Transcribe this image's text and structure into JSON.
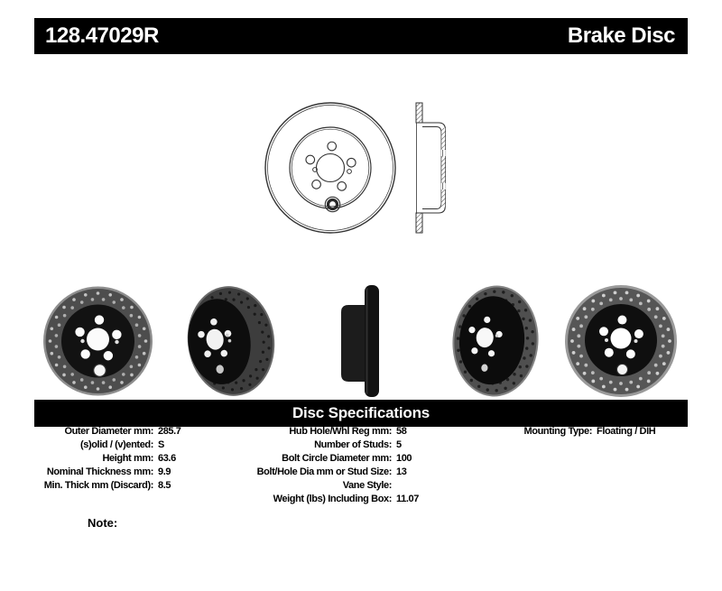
{
  "header": {
    "part_number": "128.47029R",
    "product_name": "Brake Disc"
  },
  "specs_section": {
    "title": "Disc Specifications"
  },
  "specs": {
    "left": [
      {
        "label": "Outer Diameter mm:",
        "value": "285.7"
      },
      {
        "label": "(s)olid / (v)ented:",
        "value": "S"
      },
      {
        "label": "Height mm:",
        "value": "63.6"
      },
      {
        "label": "Nominal Thickness mm:",
        "value": "9.9"
      },
      {
        "label": "Min. Thick mm (Discard):",
        "value": "8.5"
      }
    ],
    "middle": [
      {
        "label": "Hub Hole/Whl Reg mm:",
        "value": "58"
      },
      {
        "label": "Number of Studs:",
        "value": "5"
      },
      {
        "label": "Bolt Circle Diameter mm:",
        "value": "100"
      },
      {
        "label": "Bolt/Hole Dia mm or Stud Size:",
        "value": "13"
      },
      {
        "label": "Vane Style:",
        "value": ""
      },
      {
        "label": "Weight (lbs) Including Box:",
        "value": "11.07"
      }
    ],
    "right": [
      {
        "label": "Mounting Type:",
        "value": "Floating / DIH"
      }
    ]
  },
  "note": {
    "label": "Note:"
  },
  "colors": {
    "bar_background": "#000000",
    "bar_text": "#ffffff",
    "page_background": "#ffffff",
    "text": "#000000"
  }
}
